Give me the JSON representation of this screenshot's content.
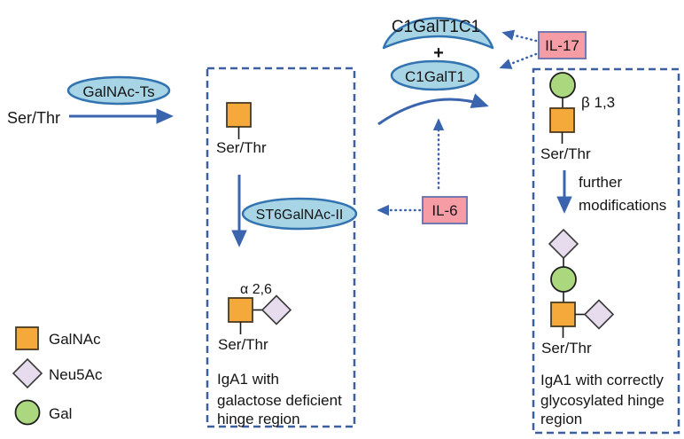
{
  "diagram": {
    "start_label": "Ser/Thr",
    "enzymes": {
      "galnac_ts": "GalNAc-Ts",
      "c1galt1c1": "C1GalT1C1",
      "plus": "+",
      "c1galt1": "C1GalT1",
      "st6galnac2": "ST6GalNAc-II"
    },
    "cytokines": {
      "il17": "IL-17",
      "il6": "IL-6"
    },
    "linkages": {
      "beta": "β 1,3",
      "alpha": "α 2,6"
    },
    "further": {
      "line1": "further",
      "line2": "modifications"
    },
    "middle_box": {
      "ser_thr_top": "Ser/Thr",
      "ser_thr_bottom": "Ser/Thr",
      "caption1": "IgA1 with",
      "caption2": "galactose deficient",
      "caption3": "hinge region"
    },
    "right_box": {
      "ser_thr_top": "Ser/Thr",
      "ser_thr_bottom": "Ser/Thr",
      "caption1": "IgA1 with correctly",
      "caption2": "glycosylated hinge",
      "caption3": "region"
    }
  },
  "legend": {
    "items": [
      {
        "symbol": "square",
        "label": "GalNAc"
      },
      {
        "symbol": "diamond",
        "label": "Neu5Ac"
      },
      {
        "symbol": "circle",
        "label": "Gal"
      }
    ]
  },
  "colors": {
    "enzyme_fill": "#A8D5E5",
    "enzyme_stroke": "#3273B0",
    "arrow_blue": "#3A64AE",
    "dashed_border": "#3C5FA0",
    "cytokine_fill": "#F59CA4",
    "cytokine_stroke": "#7478B0",
    "galnac_orange": "#F5A93B",
    "neu5ac_purple": "#E7DBEE",
    "gal_green": "#ABD77E",
    "text": "#151515"
  }
}
